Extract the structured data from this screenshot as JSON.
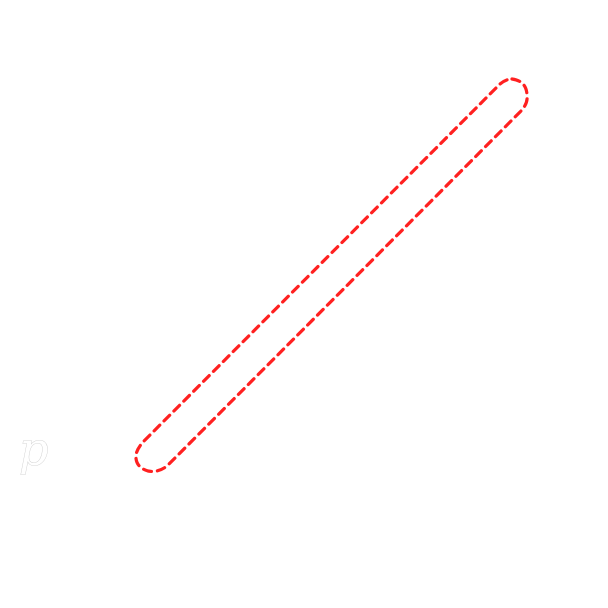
{
  "diagram": {
    "label": "p",
    "colors": {
      "background": "#ffffff",
      "outline": "#ff2020",
      "label_outline": "#c8c8c8"
    },
    "shape": {
      "kind": "rounded-capsule",
      "style": "dashed"
    }
  }
}
